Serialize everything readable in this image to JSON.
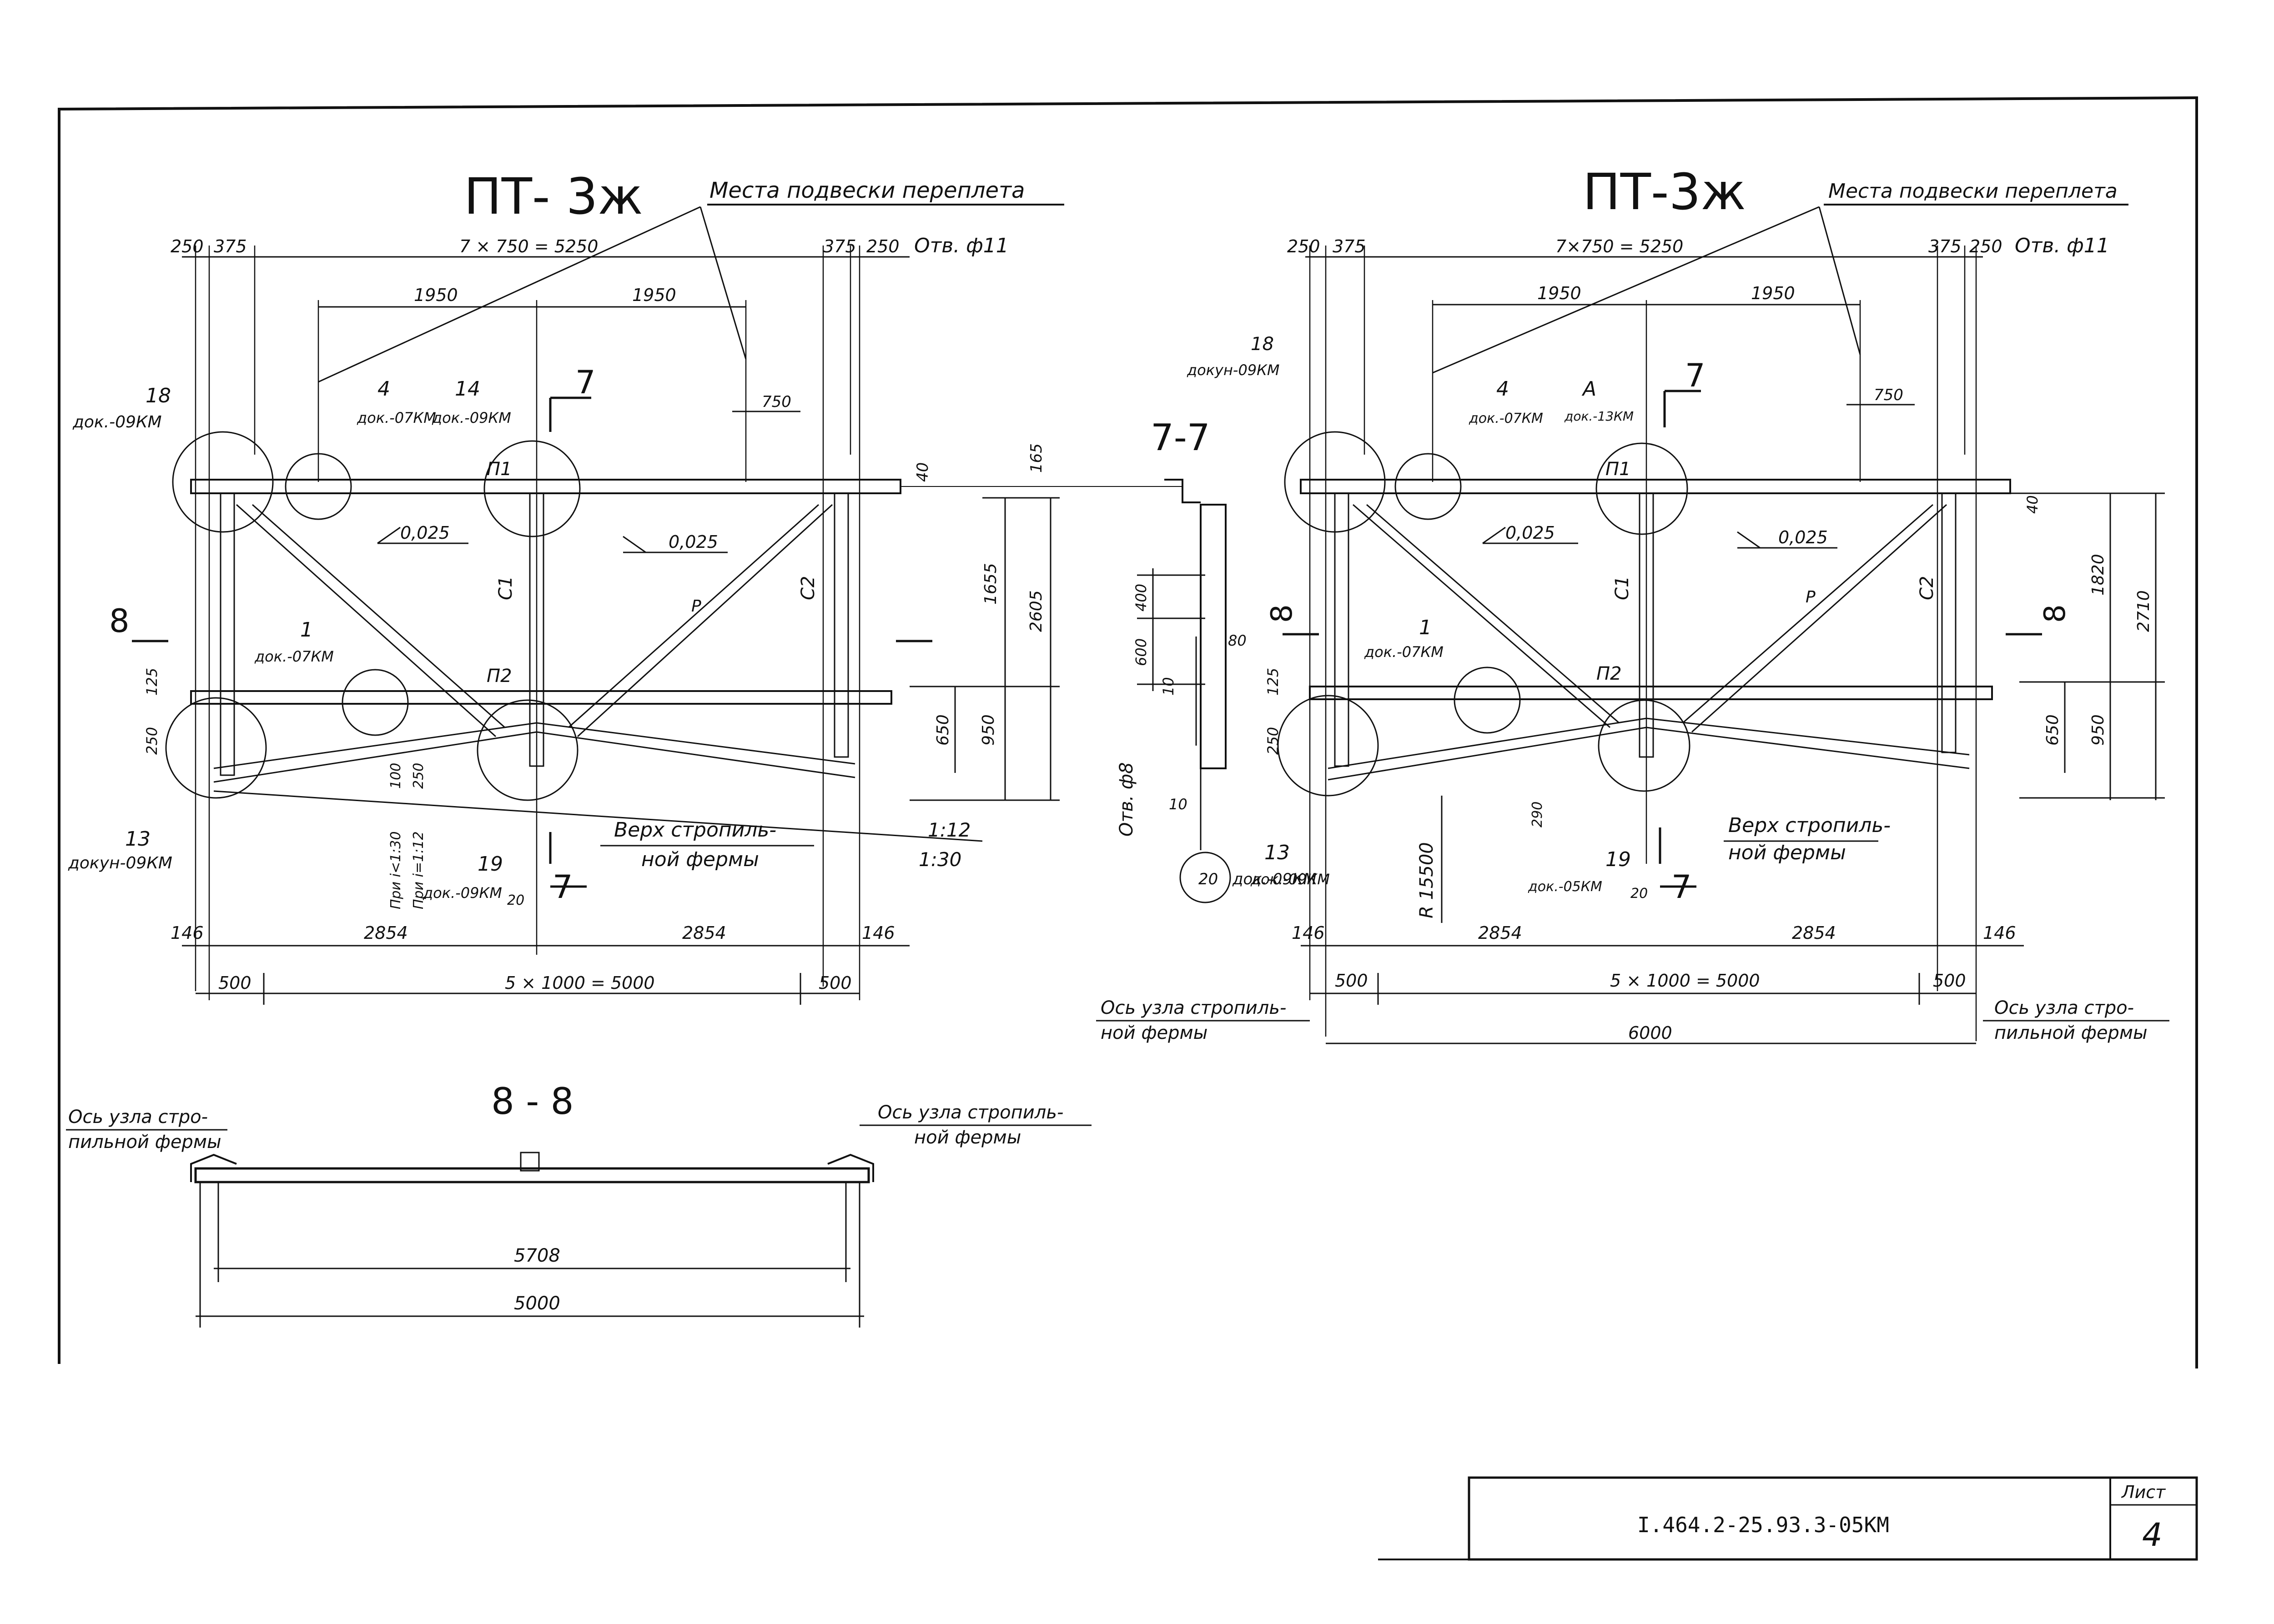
{
  "left": {
    "title": "ПТ- 3ж",
    "hanging_note": "Места подвески переплета",
    "dims_top": {
      "a": "250",
      "b": "375",
      "span": "7 × 750 = 5250",
      "c": "375",
      "d": "250",
      "hole": "Отв. ф11"
    },
    "dims_upper": {
      "left": "1950",
      "right": "1950",
      "small": "750"
    },
    "dims_right": {
      "d40": "40",
      "d165": "165",
      "d1655": "1655",
      "d2605": "2605",
      "d650": "650",
      "d950": "950"
    },
    "dims_left": {
      "d125": "125",
      "d250": "250"
    },
    "dims_bottom": {
      "e146": "146",
      "span1": "2854",
      "span2": "2854",
      "e146r": "146",
      "e500": "500",
      "grid": "5 × 1000 = 5000",
      "e500r": "500"
    },
    "slope1": "0,025",
    "slope2": "0,025",
    "bar_labels": {
      "top": "П1",
      "bottom": "П2",
      "c1": "С1",
      "c2": "С2",
      "diag": "Р"
    },
    "callouts": [
      {
        "num": "18",
        "ref": "док.-09КМ"
      },
      {
        "num": "4",
        "ref": "док.-07КМ"
      },
      {
        "num": "14",
        "ref": "док.-09КМ"
      },
      {
        "num": "1",
        "ref": "док.-07КМ"
      },
      {
        "num": "13",
        "ref": "докун-09КМ"
      },
      {
        "num": "19",
        "ref": "док.-09КМ"
      }
    ],
    "section_mark_7": "7",
    "section_mark_8": "8",
    "note_slope": [
      "При i<1:30",
      "При i=1:12"
    ],
    "note_slope_vals": [
      "100",
      "250"
    ],
    "truss_note": [
      "Верх стропиль-",
      "ной фермы"
    ],
    "slope_12": "1:12",
    "slope_30": "1:30",
    "d20": "20"
  },
  "sect77": {
    "title": "7-7",
    "dims": {
      "d400": "400",
      "d600": "600",
      "d10": "10",
      "d80": "80",
      "d10b": "10"
    },
    "hole": "Отв. ф8",
    "callout": {
      "num": "20",
      "ref": "док.-09КМ"
    }
  },
  "right": {
    "title": "ПТ-3ж",
    "hanging_note": "Места подвески переплета",
    "dims_top": {
      "a": "250",
      "b": "375",
      "span": "7×750 = 5250",
      "c": "375",
      "d": "250",
      "hole": "Отв. ф11"
    },
    "dims_upper": {
      "left": "1950",
      "right": "1950",
      "small": "750"
    },
    "dims_right": {
      "d40": "40",
      "d1820": "1820",
      "d2710": "2710",
      "d650": "650",
      "d950": "950"
    },
    "dims_left": {
      "d125": "125",
      "d250": "250"
    },
    "dims_bottom": {
      "e146": "146",
      "span1": "2854",
      "span2": "2854",
      "e146r": "146",
      "e500": "500",
      "grid": "5 × 1000 = 5000",
      "e500r": "500",
      "total": "6000"
    },
    "slope1": "0,025",
    "slope2": "0,025",
    "bar_labels": {
      "top": "П1",
      "bottom": "П2",
      "c1": "С1",
      "c2": "С2",
      "diag": "Р"
    },
    "callouts": [
      {
        "num": "18",
        "ref": "докун-09КМ"
      },
      {
        "num": "4",
        "ref": "док.-07КМ"
      },
      {
        "num": "А",
        "ref": "док.-13КМ"
      },
      {
        "num": "1",
        "ref": "док.-07КМ"
      },
      {
        "num": "13",
        "ref": "док.-09КМ"
      },
      {
        "num": "19",
        "ref": "док.-05КМ"
      }
    ],
    "section_mark_7": "7",
    "section_mark_8": "8",
    "radius": "R 15500",
    "d290": "290",
    "d20": "20",
    "truss_note": [
      "Верх стропиль-",
      "ной фермы"
    ],
    "axis_left": [
      "Ось узла стропиль-",
      "ной фермы"
    ],
    "axis_right": [
      "Ось узла стро-",
      "пильной фермы"
    ]
  },
  "sect88": {
    "title": "8 - 8",
    "axis_left": [
      "Ось узла стро-",
      "пильной фермы"
    ],
    "axis_right": [
      "Ось узла стропиль-",
      "ной фермы"
    ],
    "d5708": "5708",
    "d5000": "5000"
  },
  "stamp": {
    "doc": "I.464.2-25.93.3-05КМ",
    "sheet_label": "Лист",
    "sheet_no": "4"
  }
}
